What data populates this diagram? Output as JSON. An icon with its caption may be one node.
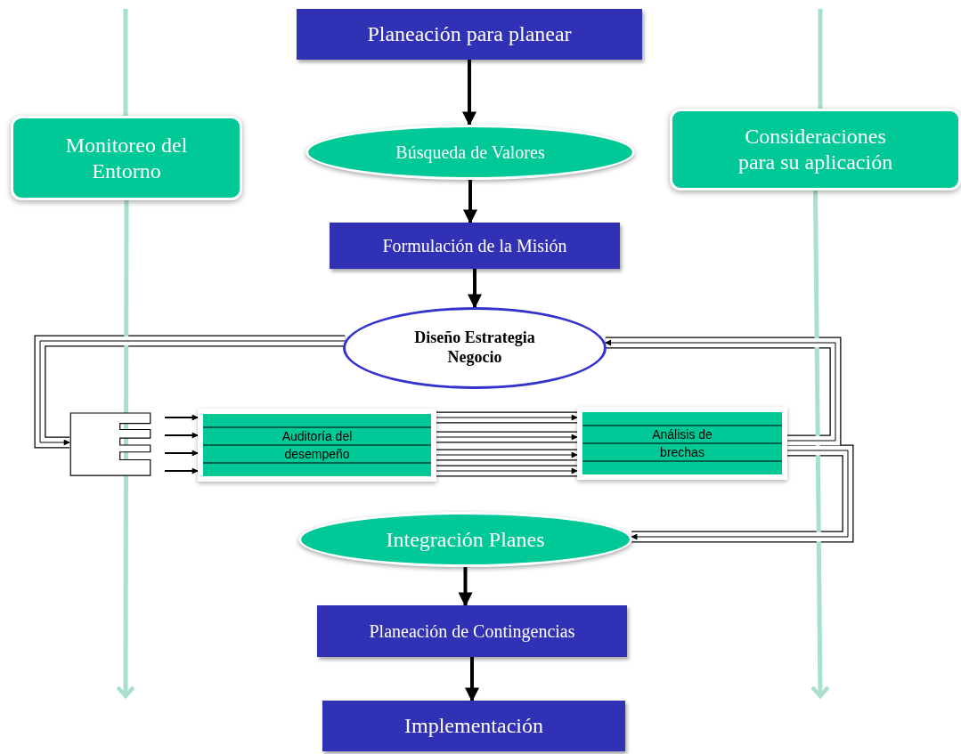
{
  "diagram": {
    "nodes": [
      {
        "text": [
          "Planeación para planear"
        ]
      },
      {
        "text": [
          "Búsqueda de Valores"
        ]
      },
      {
        "text": [
          "Formulación de la Misión"
        ]
      },
      {
        "text": [
          "Diseño Estrategia Negocio"
        ]
      },
      {
        "text": [
          "Auditoría del desempeño"
        ]
      },
      {
        "text": [
          "Análisis de brechas"
        ]
      },
      {
        "text": [
          "Integración Planes"
        ]
      },
      {
        "text": [
          "Planeación de Contingencias"
        ]
      },
      {
        "text": [
          "Implementación"
        ]
      },
      {
        "text": [
          "Monitoreo del Entorno"
        ]
      },
      {
        "text": [
          "Consideraciones para su aplicación"
        ]
      },
      {
        "text": [],
        "shape": "comb"
      }
    ],
    "edges": [
      {
        "from": 0,
        "to": 1,
        "arrow": "to",
        "style": "thick"
      },
      {
        "from": 1,
        "to": 2,
        "arrow": "to",
        "style": "thick"
      },
      {
        "from": 2,
        "to": 3,
        "arrow": "to",
        "style": "thick"
      },
      {
        "from": 3,
        "to": 11,
        "arrow": "to"
      },
      {
        "from": 11,
        "to": 4,
        "arrow": "to"
      },
      {
        "from": 11,
        "to": 4,
        "arrow": "to"
      },
      {
        "from": 11,
        "to": 4,
        "arrow": "to"
      },
      {
        "from": 11,
        "to": 4,
        "arrow": "to"
      },
      {
        "from": 4,
        "to": 5,
        "arrow": "to"
      },
      {
        "from": 4,
        "to": 5,
        "arrow": "to"
      },
      {
        "from": 4,
        "to": 5,
        "arrow": "to"
      },
      {
        "from": 4,
        "to": 5,
        "arrow": "to"
      },
      {
        "from": 5,
        "to": 3,
        "arrow": "to"
      },
      {
        "from": 5,
        "to": 6,
        "arrow": "to"
      },
      {
        "from": 6,
        "to": 7,
        "arrow": "to",
        "style": "thick"
      },
      {
        "from": 7,
        "to": 8,
        "arrow": "to",
        "style": "thick"
      },
      {
        "from": 9,
        "to": null,
        "arrow": "to",
        "style": "thick",
        "color": "#a8e0cc"
      },
      {
        "from": 10,
        "to": null,
        "arrow": "to",
        "style": "thick",
        "color": "#a8e0cc"
      }
    ]
  }
}
